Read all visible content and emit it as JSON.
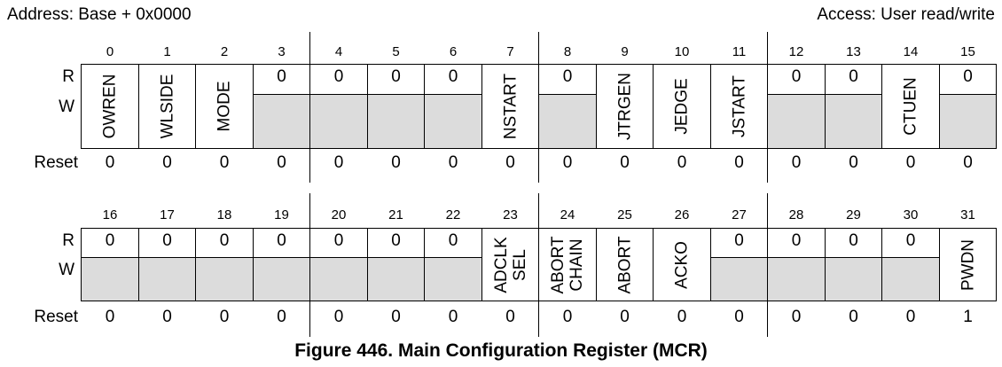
{
  "header": {
    "address": "Address: Base + 0x0000",
    "access": "Access: User read/write"
  },
  "labels": {
    "r": "R",
    "w": "W",
    "reset": "Reset"
  },
  "rows": [
    {
      "bits": [
        "0",
        "1",
        "2",
        "3",
        "4",
        "5",
        "6",
        "7",
        "8",
        "9",
        "10",
        "11",
        "12",
        "13",
        "14",
        "15"
      ],
      "fields": [
        {
          "kind": "named",
          "lines": [
            "OWREN"
          ]
        },
        {
          "kind": "named",
          "lines": [
            "WLSIDE"
          ]
        },
        {
          "kind": "named",
          "lines": [
            "MODE"
          ]
        },
        {
          "kind": "reserved",
          "value": "0"
        },
        {
          "kind": "reserved",
          "value": "0"
        },
        {
          "kind": "reserved",
          "value": "0"
        },
        {
          "kind": "reserved",
          "value": "0"
        },
        {
          "kind": "named",
          "lines": [
            "NSTART"
          ]
        },
        {
          "kind": "reserved",
          "value": "0"
        },
        {
          "kind": "named",
          "lines": [
            "JTRGEN"
          ]
        },
        {
          "kind": "named",
          "lines": [
            "JEDGE"
          ]
        },
        {
          "kind": "named",
          "lines": [
            "JSTART"
          ]
        },
        {
          "kind": "reserved",
          "value": "0"
        },
        {
          "kind": "reserved",
          "value": "0"
        },
        {
          "kind": "named",
          "lines": [
            "CTUEN"
          ]
        },
        {
          "kind": "reserved",
          "value": "0"
        }
      ],
      "reset": [
        "0",
        "0",
        "0",
        "0",
        "0",
        "0",
        "0",
        "0",
        "0",
        "0",
        "0",
        "0",
        "0",
        "0",
        "0",
        "0"
      ]
    },
    {
      "bits": [
        "16",
        "17",
        "18",
        "19",
        "20",
        "21",
        "22",
        "23",
        "24",
        "25",
        "26",
        "27",
        "28",
        "29",
        "30",
        "31"
      ],
      "fields": [
        {
          "kind": "reserved",
          "value": "0"
        },
        {
          "kind": "reserved",
          "value": "0"
        },
        {
          "kind": "reserved",
          "value": "0"
        },
        {
          "kind": "reserved",
          "value": "0"
        },
        {
          "kind": "reserved",
          "value": "0"
        },
        {
          "kind": "reserved",
          "value": "0"
        },
        {
          "kind": "reserved",
          "value": "0"
        },
        {
          "kind": "named",
          "lines": [
            "ADCLK",
            "SEL"
          ]
        },
        {
          "kind": "named",
          "lines": [
            "ABORT",
            "CHAIN"
          ]
        },
        {
          "kind": "named",
          "lines": [
            "ABORT"
          ]
        },
        {
          "kind": "named",
          "lines": [
            "ACKO"
          ]
        },
        {
          "kind": "reserved",
          "value": "0"
        },
        {
          "kind": "reserved",
          "value": "0"
        },
        {
          "kind": "reserved",
          "value": "0"
        },
        {
          "kind": "reserved",
          "value": "0"
        },
        {
          "kind": "named",
          "lines": [
            "PWDN"
          ]
        }
      ],
      "reset": [
        "0",
        "0",
        "0",
        "0",
        "0",
        "0",
        "0",
        "0",
        "0",
        "0",
        "0",
        "0",
        "0",
        "0",
        "0",
        "1"
      ]
    }
  ],
  "caption": "Figure 446. Main Configuration Register (MCR)"
}
